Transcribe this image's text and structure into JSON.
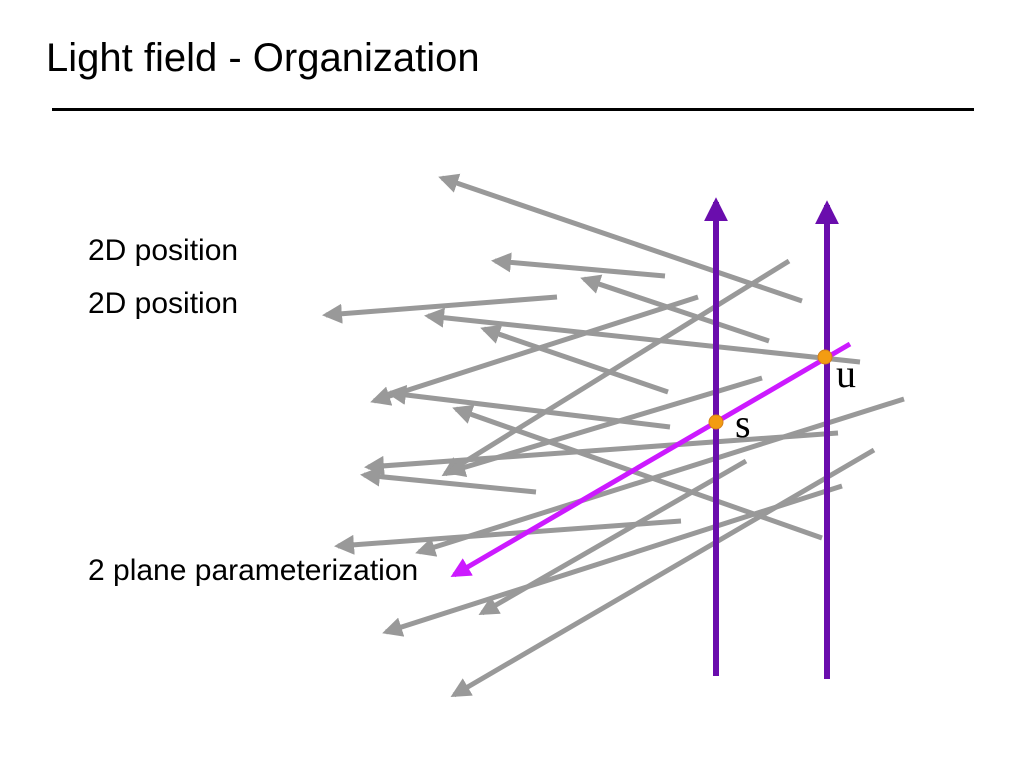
{
  "slide": {
    "title": "Light field - Organization"
  },
  "labels": {
    "position_1": "2D position",
    "position_2": "2D position",
    "parameterization": "2 plane parameterization"
  },
  "diagram": {
    "plane_s_label": "s",
    "plane_u_label": "u",
    "colors": {
      "rays": "#999999",
      "planes": "#6a0dad",
      "highlighted_ray": "#cc1aff",
      "intersection_points": "#f39c12"
    }
  }
}
